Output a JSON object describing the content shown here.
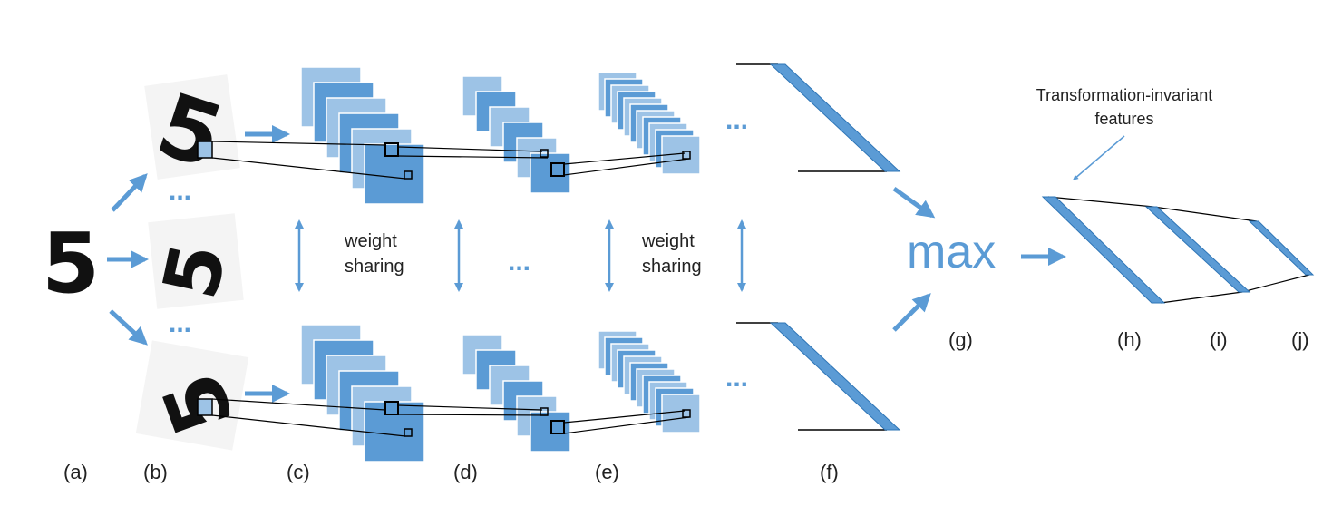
{
  "colors": {
    "accent": "#5b9bd5",
    "map_dark": "#5b9bd5",
    "map_light": "#9dc3e6",
    "line": "#000000"
  },
  "digit_glyph": "5",
  "ellipsis": "...",
  "middle_text": {
    "weight_sharing_line1": "weight",
    "weight_sharing_line2": "sharing"
  },
  "max_label": "max",
  "annotation": {
    "line1": "Transformation-invariant",
    "line2": "features"
  },
  "panel_labels": {
    "a": "(a)",
    "b": "(b)",
    "c": "(c)",
    "d": "(d)",
    "e": "(e)",
    "f": "(f)",
    "g": "(g)",
    "h": "(h)",
    "i": "(i)",
    "j": "(j)"
  }
}
